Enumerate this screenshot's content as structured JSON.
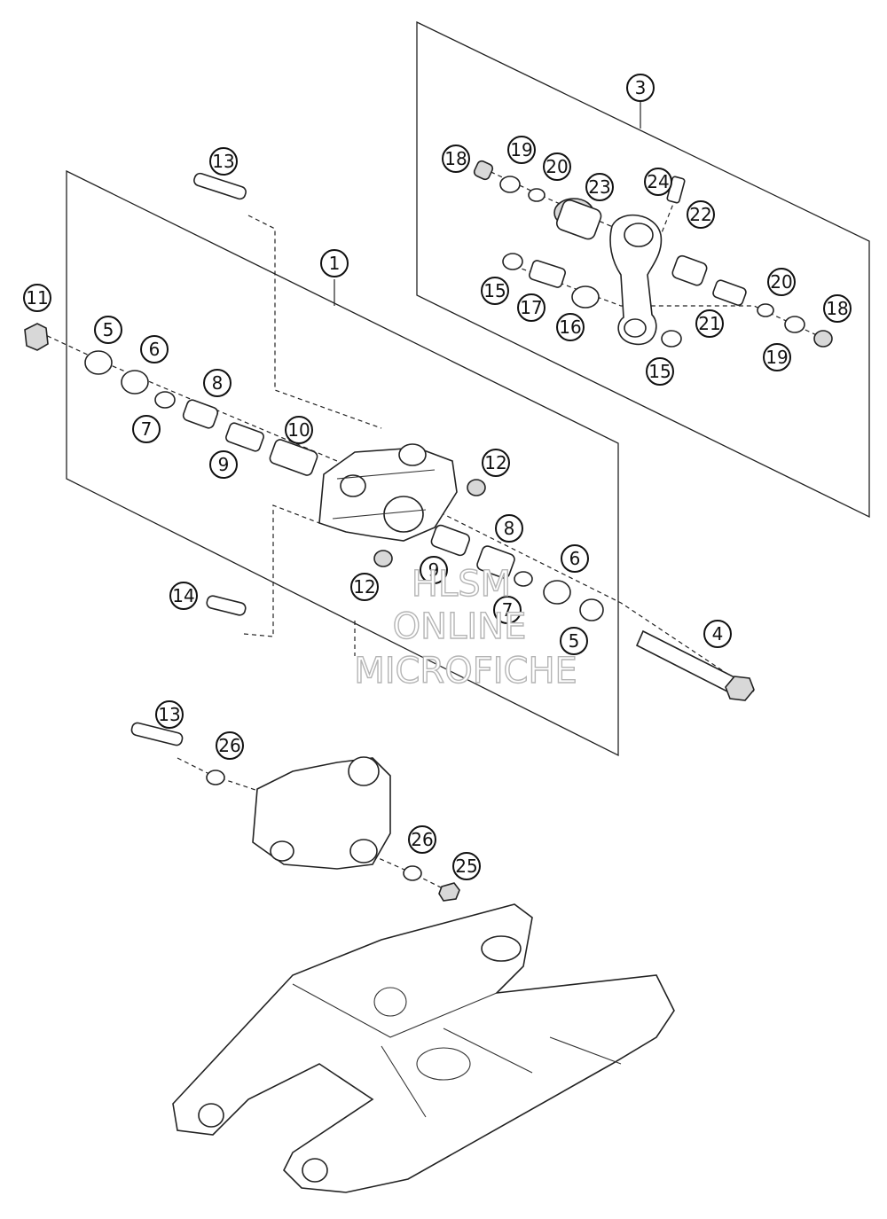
{
  "callouts": [
    "1",
    "3",
    "4",
    "5",
    "5",
    "6",
    "6",
    "7",
    "7",
    "8",
    "8",
    "9",
    "9",
    "10",
    "11",
    "12",
    "12",
    "13",
    "13",
    "14",
    "15",
    "15",
    "16",
    "17",
    "18",
    "18",
    "19",
    "19",
    "20",
    "20",
    "21",
    "22",
    "23",
    "24",
    "25",
    "26",
    "26"
  ],
  "watermark": {
    "line1": "HLSM",
    "line2": "ONLINE",
    "line3": "MICROFICHE"
  }
}
